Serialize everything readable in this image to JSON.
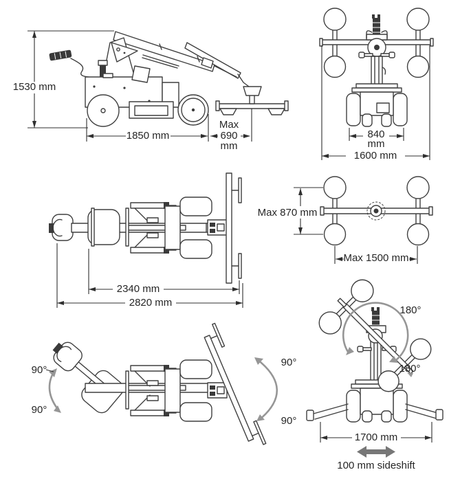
{
  "colors": {
    "line": "#3f3f3f",
    "dimension": "#2f2f2f",
    "rotation_arrow": "#969696"
  },
  "views": {
    "side": {
      "height": "1530 mm",
      "length": "1850 mm",
      "pad_max_line1": "Max",
      "pad_max_line2": "690",
      "pad_max_line3": "mm"
    },
    "front": {
      "inner_width_line1": "840",
      "inner_width_line2": "mm",
      "outer_width": "1600 mm"
    },
    "top": {
      "inner_length": "2340 mm",
      "outer_length": "2820 mm"
    },
    "pad_frame": {
      "vertical_max": "Max 870 mm",
      "horizontal_max": "Max 1500 mm"
    },
    "steering": {
      "handle_up": "90°",
      "handle_down": "90°",
      "bar_up": "90°",
      "bar_down": "90°"
    },
    "rotation": {
      "upper": "180°",
      "lower": "180°",
      "track_width": "1700 mm",
      "sideshift": "100 mm sideshift"
    }
  }
}
